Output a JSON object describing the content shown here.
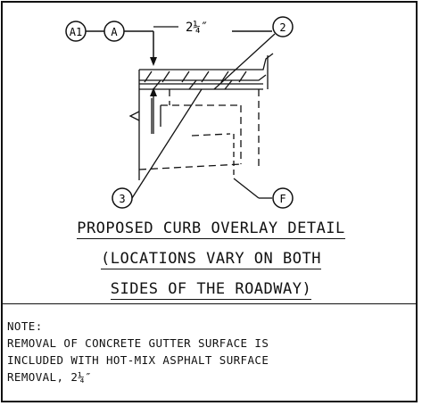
{
  "detail": {
    "callouts": {
      "a1": "A1",
      "a": "A",
      "two": "2",
      "three": "3",
      "f": "F"
    },
    "dimension": "2¼″",
    "title_lines": [
      "PROPOSED CURB OVERLAY DETAIL",
      "(LOCATIONS VARY ON BOTH",
      "SIDES OF THE ROADWAY)"
    ]
  },
  "note": {
    "heading": "NOTE:",
    "lines": [
      "REMOVAL OF CONCRETE GUTTER SURFACE IS",
      "INCLUDED WITH HOT-MIX ASPHALT SURFACE",
      "REMOVAL, 2¼″"
    ]
  }
}
